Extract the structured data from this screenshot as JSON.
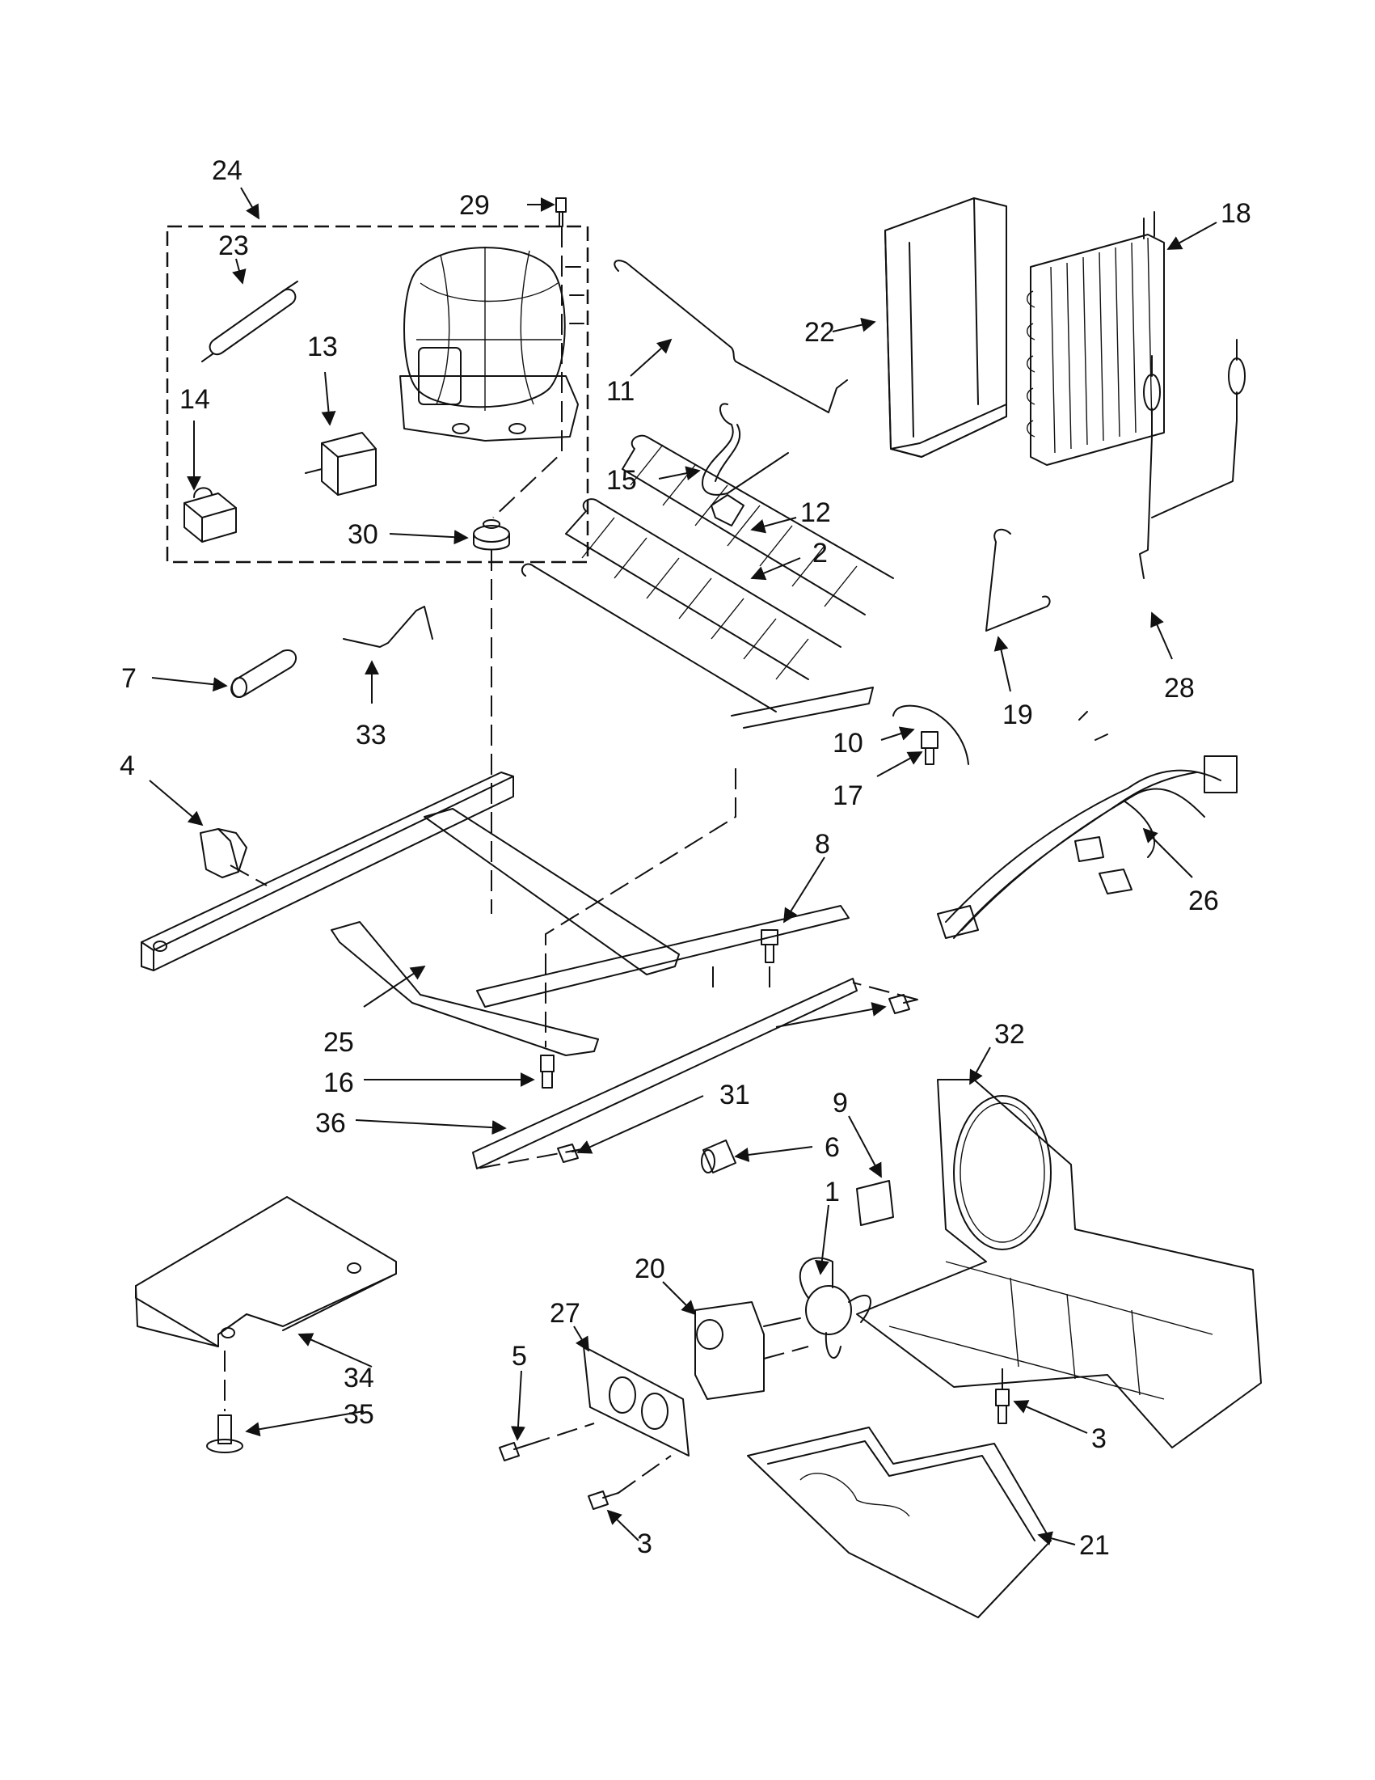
{
  "diagram": {
    "callouts": {
      "c1": "1",
      "c2": "2",
      "c3a": "3",
      "c3b": "3",
      "c4": "4",
      "c5": "5",
      "c6": "6",
      "c7": "7",
      "c8": "8",
      "c9": "9",
      "c10": "10",
      "c11": "11",
      "c12": "12",
      "c13": "13",
      "c14": "14",
      "c15": "15",
      "c16": "16",
      "c17": "17",
      "c18": "18",
      "c19": "19",
      "c20": "20",
      "c21": "21",
      "c22": "22",
      "c23": "23",
      "c24": "24",
      "c25": "25",
      "c26": "26",
      "c27": "27",
      "c28": "28",
      "c29": "29",
      "c30": "30",
      "c31": "31",
      "c32": "32",
      "c33": "33",
      "c34": "34",
      "c35": "35",
      "c36": "36"
    }
  }
}
